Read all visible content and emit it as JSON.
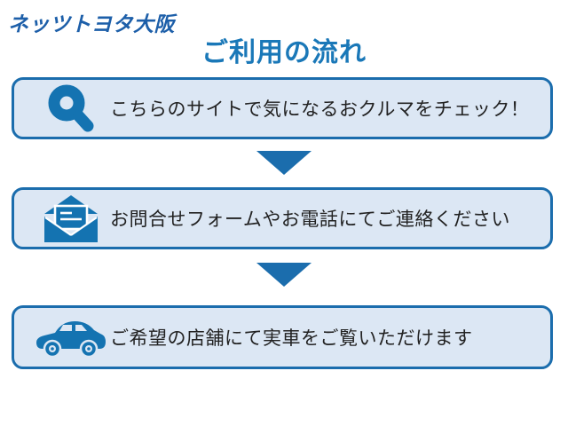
{
  "header": {
    "logo": "ネッツトヨタ大阪",
    "title": "ご利用の流れ"
  },
  "steps": [
    {
      "icon": "magnifier-icon",
      "text": "こちらのサイトで気になるおクルマをチェック！"
    },
    {
      "icon": "envelope-icon",
      "text": "お問合せフォームやお電話にてご連絡ください"
    },
    {
      "icon": "car-icon",
      "text": "ご希望の店舗にて実車をご覧いただけます"
    }
  ],
  "colors": {
    "logo_blue": "#1d5fa9",
    "title_blue": "#1a78b8",
    "card_border": "#1b6dad",
    "card_background": "#dce7f4",
    "icon_blue": "#1473b1",
    "arrow_blue": "#1b6dad",
    "text_dark": "#222222"
  }
}
